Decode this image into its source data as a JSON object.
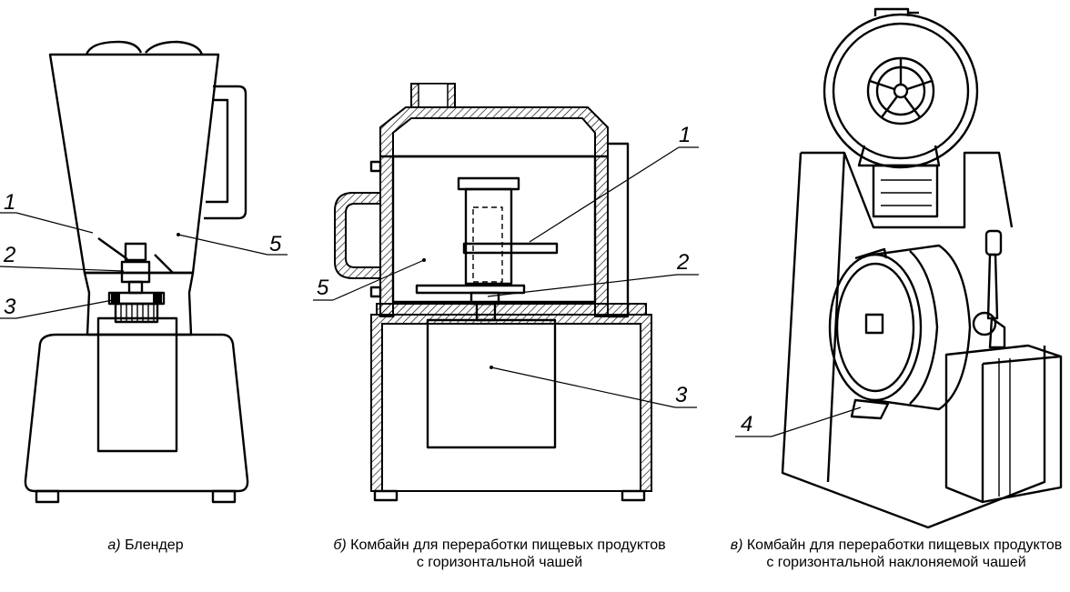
{
  "figure_a": {
    "labels": [
      "1",
      "2",
      "3",
      "5"
    ],
    "caption_letter": "а)",
    "caption_text": "Блендер"
  },
  "figure_b": {
    "labels": [
      "1",
      "2",
      "3",
      "5"
    ],
    "caption_letter": "б)",
    "caption_text": "Комбайн для переработки пищевых продуктов с горизонтальной чашей"
  },
  "figure_c": {
    "labels": [
      "4"
    ],
    "caption_letter": "в)",
    "caption_text": "Комбайн для переработки пищевых продуктов с горизонтальной наклоняемой чашей"
  }
}
